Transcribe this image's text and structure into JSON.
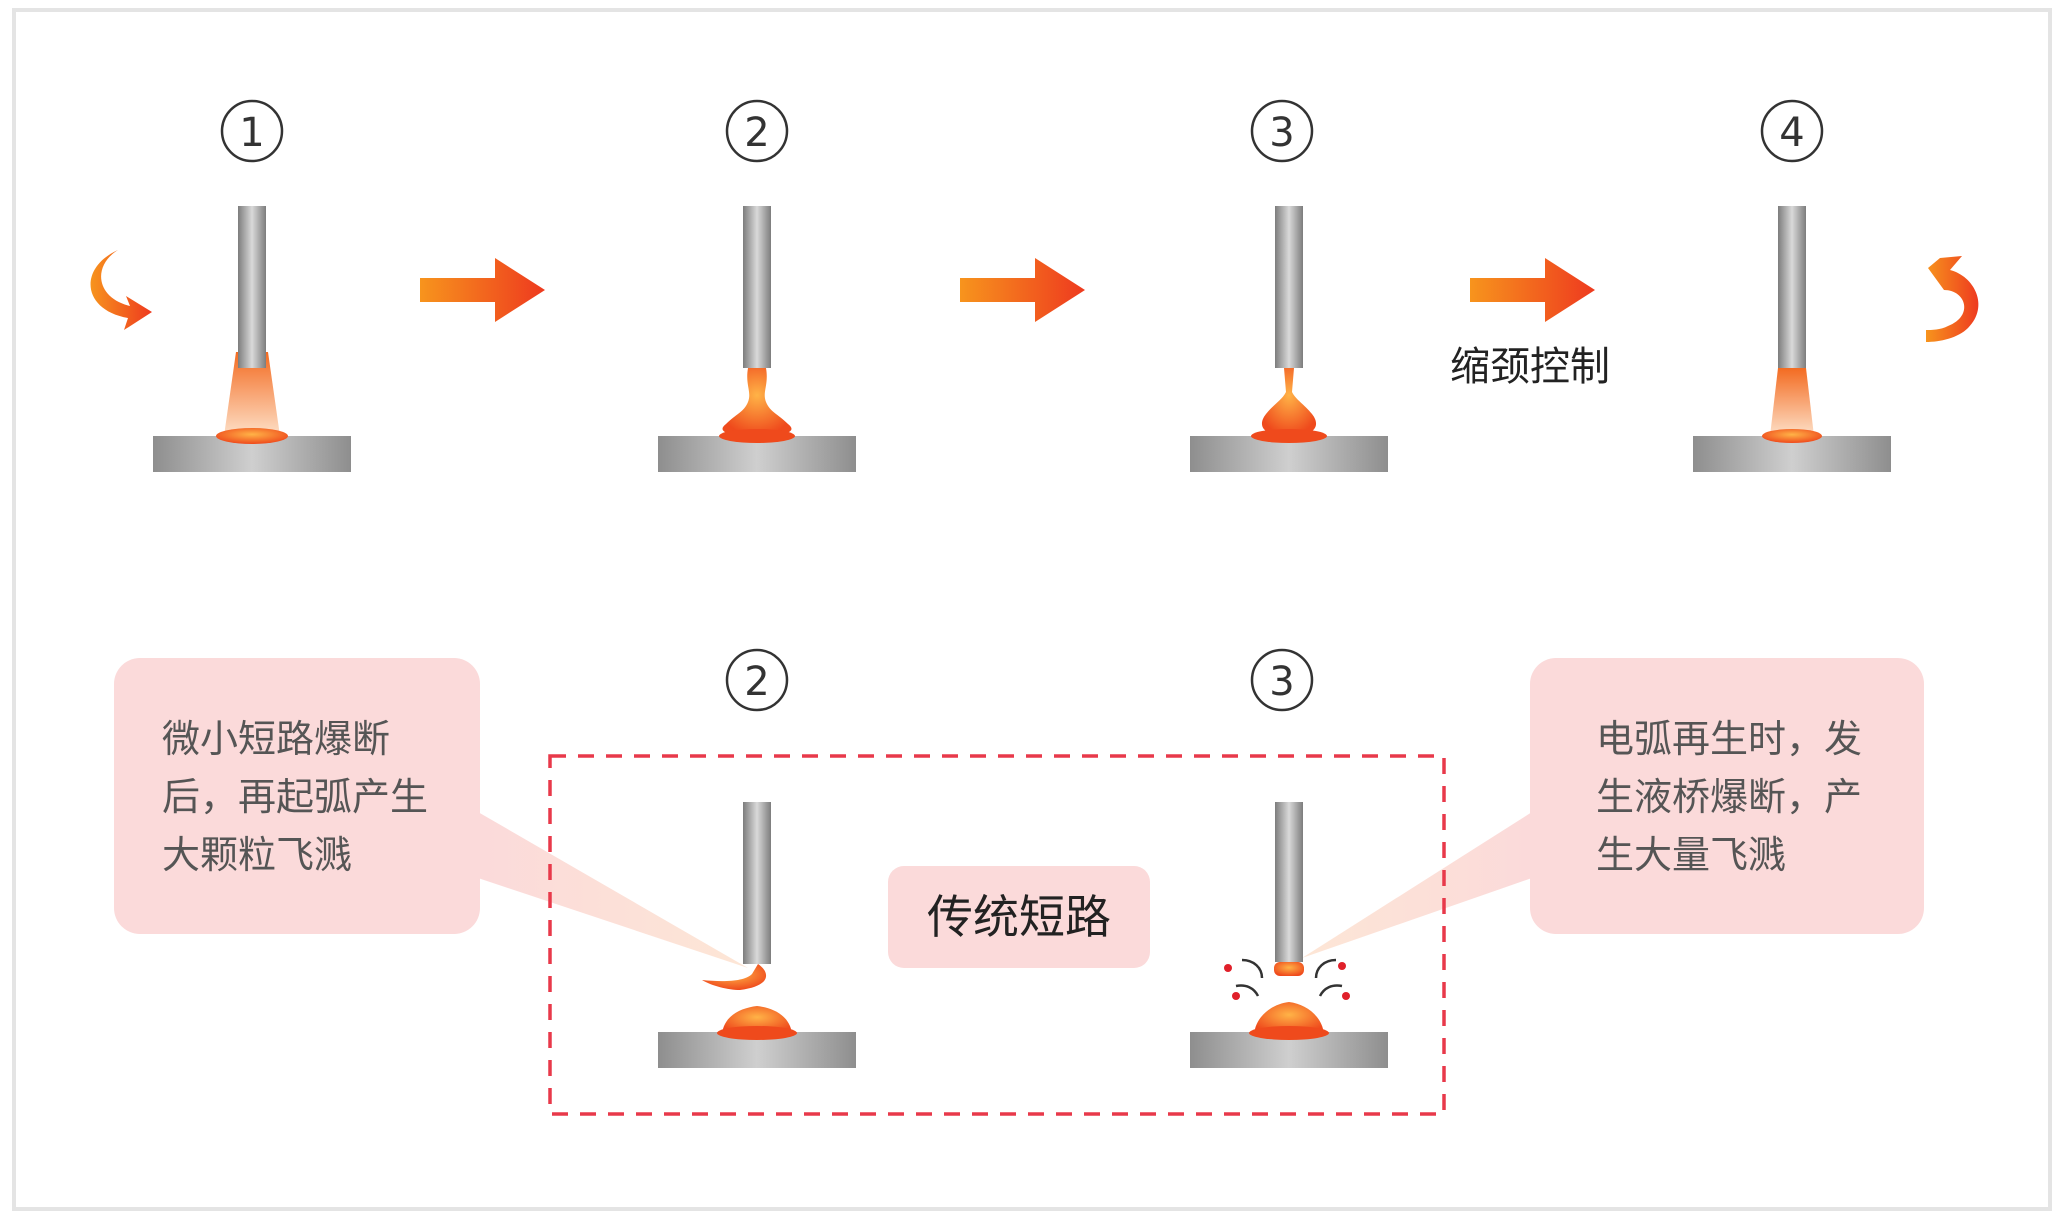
{
  "steps_top": [
    {
      "number": "①"
    },
    {
      "number": "②"
    },
    {
      "number": "③"
    },
    {
      "number": "④"
    }
  ],
  "steps_bottom": [
    {
      "number": "②"
    },
    {
      "number": "③"
    }
  ],
  "arrow_label": "缩颈控制",
  "center_label": "传统短路",
  "left_callout": {
    "lines": [
      "微小短路爆断",
      "后，再起弧产生",
      "大颗粒飞溅"
    ]
  },
  "right_callout": {
    "lines": [
      "电弧再生时，发",
      "生液桥爆断，产",
      "生大量飞溅"
    ]
  },
  "colors": {
    "accent": "#f04e23",
    "arc": "#f7931e",
    "rod": "#9a9a9a",
    "plate": "#a3a3a3",
    "callout_bg": "#fbdada",
    "dashed": "#e8394a"
  }
}
